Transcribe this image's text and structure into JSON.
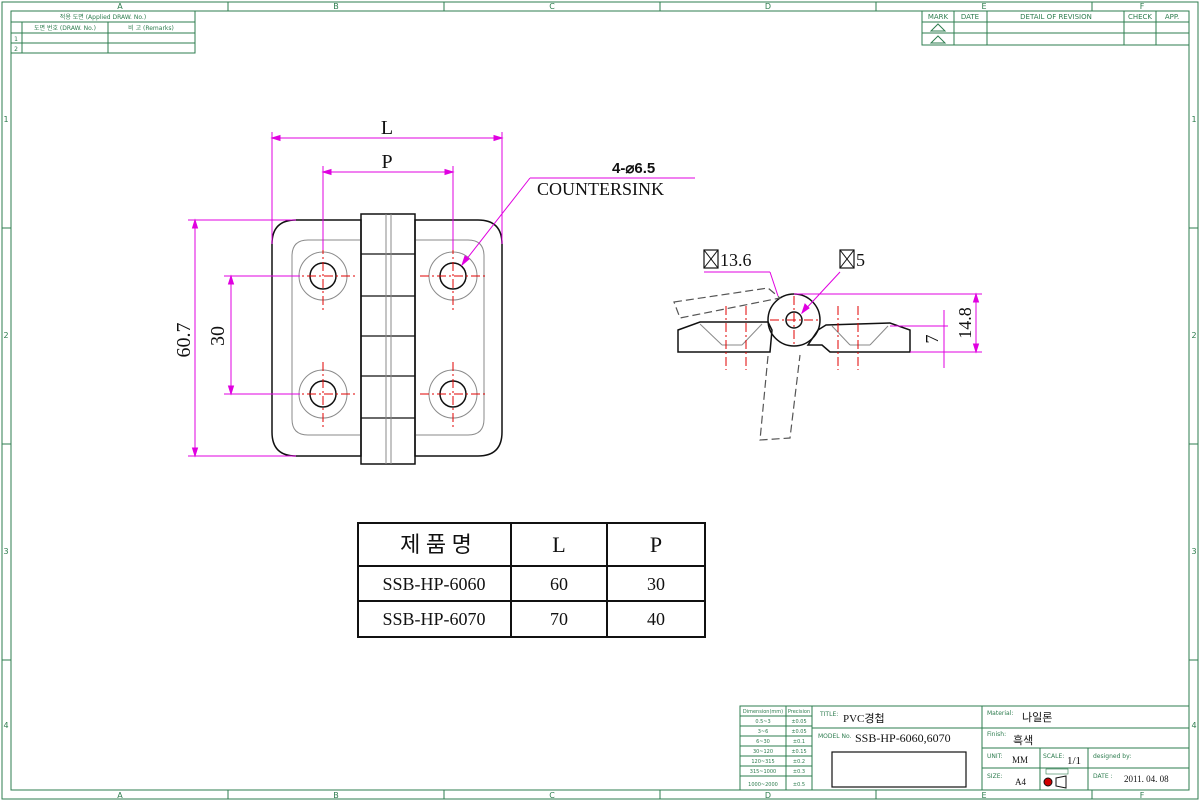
{
  "frame": {
    "col_letters": [
      "A",
      "B",
      "C",
      "D",
      "E",
      "F"
    ],
    "row_numbers": [
      "1",
      "2",
      "3",
      "4"
    ]
  },
  "applied_table": {
    "header": "적용 도면 (Applied DRAW. No.)",
    "col1": "도면 번호 (DRAW. No.)",
    "col2": "비 고 (Remarks)",
    "rows": [
      "1",
      "2"
    ]
  },
  "revision_table": {
    "headers": [
      "MARK",
      "DATE",
      "DETAIL OF REVISION",
      "CHECK",
      "APP."
    ]
  },
  "drawing": {
    "front": {
      "dim_L": "L",
      "dim_P": "P",
      "dim_height": "60.7",
      "dim_pitch": "30",
      "hole_callout": "4-⌀6.5",
      "hole_callout2": "COUNTERSINK"
    },
    "side": {
      "dim_square1": "13.6",
      "dim_square2": "5",
      "dim_7": "7",
      "dim_148": "14.8"
    }
  },
  "product_table": {
    "headers": [
      "제 품 명",
      "L",
      "P"
    ],
    "rows": [
      [
        "SSB-HP-6060",
        "60",
        "30"
      ],
      [
        "SSB-HP-6070",
        "70",
        "40"
      ]
    ]
  },
  "tolerance_table": {
    "headers": [
      "Dimension(mm)",
      "Precision"
    ],
    "rows": [
      [
        "0.5~3",
        "±0.05"
      ],
      [
        "3~6",
        "±0.05"
      ],
      [
        "6~30",
        "±0.1"
      ],
      [
        "30~120",
        "±0.15"
      ],
      [
        "120~315",
        "±0.2"
      ],
      [
        "315~1000",
        "±0.3"
      ],
      [
        "1000~2000",
        "±0.5"
      ]
    ]
  },
  "title_block": {
    "title_label": "TITLE:",
    "title": "PVC경첩",
    "model_label": "MODEL No.",
    "model": "SSB-HP-6060,6070",
    "material_label": "Material:",
    "material": "나일론",
    "finish_label": "Finish:",
    "finish": "흑색",
    "unit_label": "UNIT:",
    "unit": "MM",
    "scale_label": "SCALE:",
    "scale": "1/1",
    "designed_label": "designed by:",
    "size_label": "SIZE:",
    "size": "A4",
    "date_label": "DATE :",
    "date": "2011. 04. 08"
  }
}
